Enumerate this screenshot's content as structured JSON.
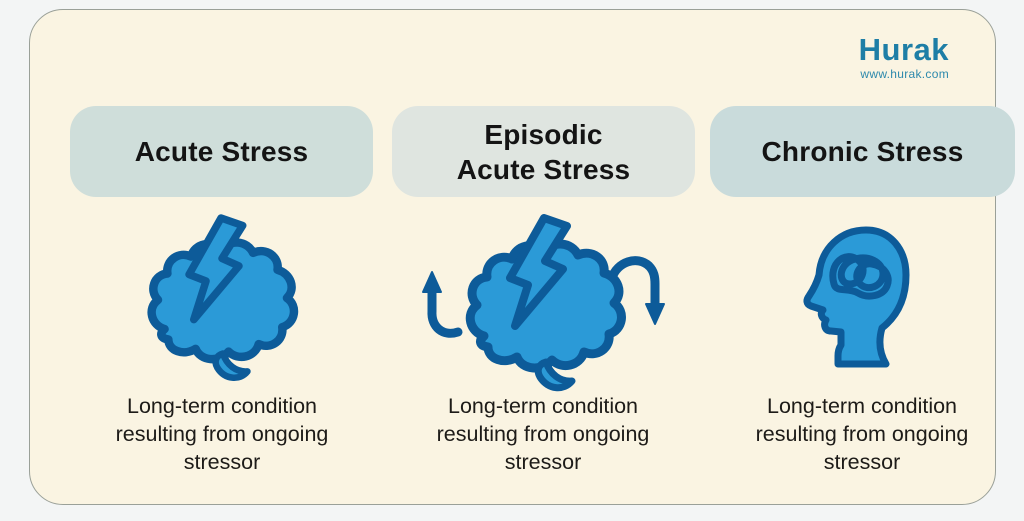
{
  "page": {
    "background": "#f3f5f5",
    "card_background": "#faf4e2"
  },
  "logo": {
    "brand": "Hurak",
    "website": "www.hurak.com",
    "color": "#1e7ea6"
  },
  "icon_colors": {
    "fill": "#2b9ad7",
    "outline": "#0d5b99"
  },
  "columns": [
    {
      "title": "Acute Stress",
      "header_bg": "#cfdeda",
      "icon": "brain-lightning-icon",
      "description": "Long-term condition resulting from ongoing stressor"
    },
    {
      "title": "Episodic\nAcute Stress",
      "header_bg": "#dfe5e0",
      "icon": "brain-lightning-cycle-icon",
      "description": "Long-term condition resulting from ongoing stressor"
    },
    {
      "title": "Chronic Stress",
      "header_bg": "#c9dbdb",
      "icon": "tangled-mind-head-icon",
      "description": "Long-term condition resulting from ongoing stressor"
    }
  ]
}
